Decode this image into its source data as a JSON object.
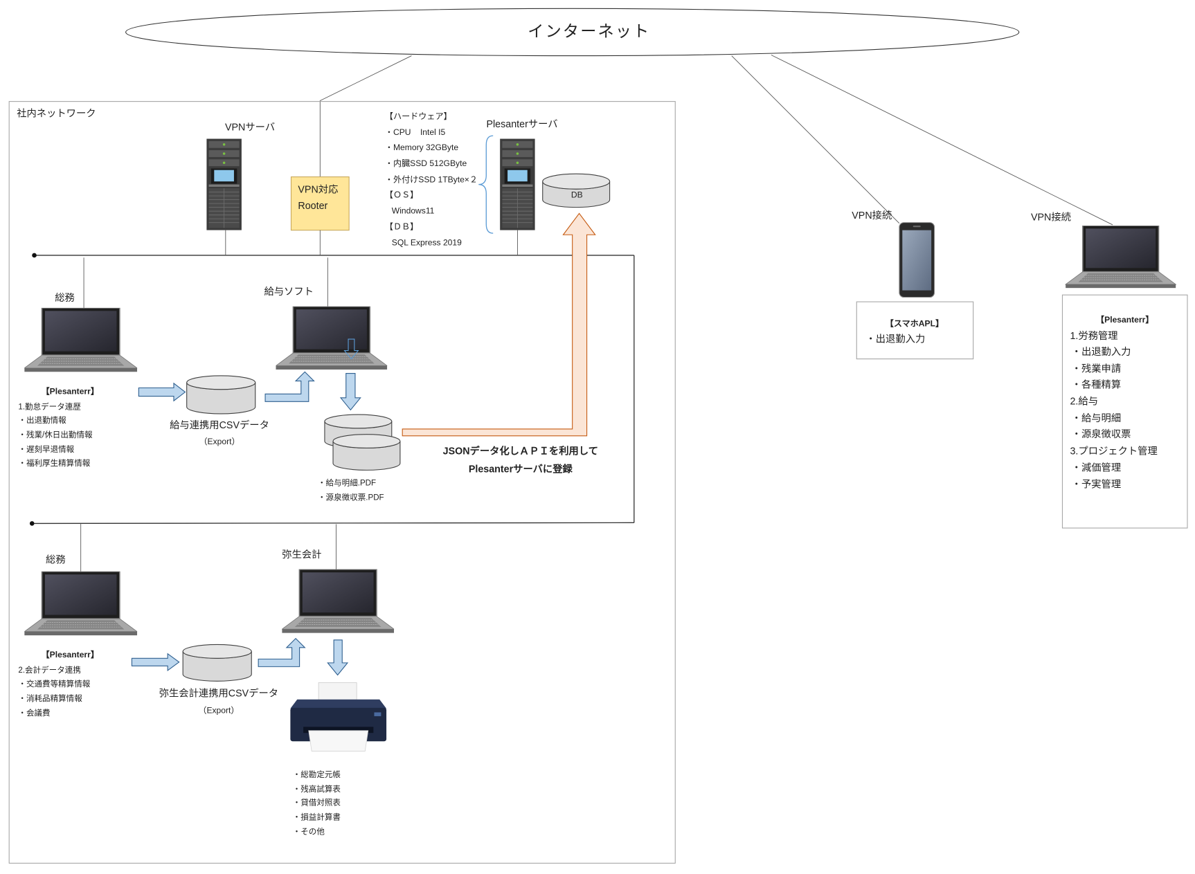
{
  "internet": {
    "label": "インターネット"
  },
  "lan": {
    "label": "社内ネットワーク"
  },
  "vpn_server": {
    "label": "VPNサーバ"
  },
  "vpn_router": {
    "line1": "VPN対応",
    "line2": "Rooter"
  },
  "hardware_spec": {
    "lines": [
      "【ハードウェア】",
      "・CPU    Intel I5",
      "・Memory 32GByte",
      "・内臓SSD 512GByte",
      "・外付けSSD 1TByte×２",
      "【ＯＳ】",
      "Windows11",
      "【ＤＢ】",
      "SQL Express 2019"
    ]
  },
  "plesanter_server": {
    "label": "Plesanterサーバ",
    "db_label": "DB"
  },
  "smartphone": {
    "vpn_label": "VPN接続",
    "title": "【スマホAPL】",
    "items": [
      "・出退勤入力"
    ]
  },
  "remote_pc": {
    "vpn_label": "VPN接続",
    "title": "【Plesanterr】",
    "items": [
      "1.労務管理",
      "・出退勤入力",
      "・残業申請",
      "・各種精算",
      "2.給与",
      "・給与明細",
      "・源泉徴収票",
      "3.プロジェクト管理",
      "・減価管理",
      "・予実管理"
    ]
  },
  "payroll": {
    "pc_label": "総務",
    "title": "【Plesanterr】",
    "items": [
      "1.勤怠データ連歴",
      "・出退勤情報",
      "・残業/休日出勤情報",
      "・遅刻早退情報",
      "・福利厚生精算情報"
    ],
    "csv_label": "給与連携用CSVデータ",
    "csv_sub": "（Export）",
    "software_label": "給与ソフト",
    "outputs": [
      "・給与明細.PDF",
      "・源泉徴収票.PDF"
    ],
    "api_note": [
      "JSONデータ化しＡＰＩを利用して",
      "Plesanterサーバに登録"
    ]
  },
  "accounting": {
    "pc_label": "総務",
    "title": "【Plesanterr】",
    "items": [
      "2.会計データ連携",
      "・交通費等精算情報",
      "・消耗品精算情報",
      "・会議費"
    ],
    "csv_label": "弥生会計連携用CSVデータ",
    "csv_sub": "（Export）",
    "software_label": "弥生会計",
    "outputs": [
      "・総勘定元帳",
      "・残高試算表",
      "・貸借対照表",
      "・損益計算書",
      "・その他"
    ]
  },
  "icons": {
    "pc": "laptop-icon",
    "server": "server-tower-icon",
    "phone": "smartphone-icon",
    "database": "database-cylinder-icon",
    "printer": "printer-icon",
    "arrow": "block-arrow-icon"
  },
  "colors": {
    "router_fill": "#FFE699",
    "flow_arrow_fill": "#BDD7EE",
    "api_arrow_fill": "#FBE5D6",
    "cylinder_fill": "#D9D9D9",
    "brace": "#5B9BD5"
  }
}
